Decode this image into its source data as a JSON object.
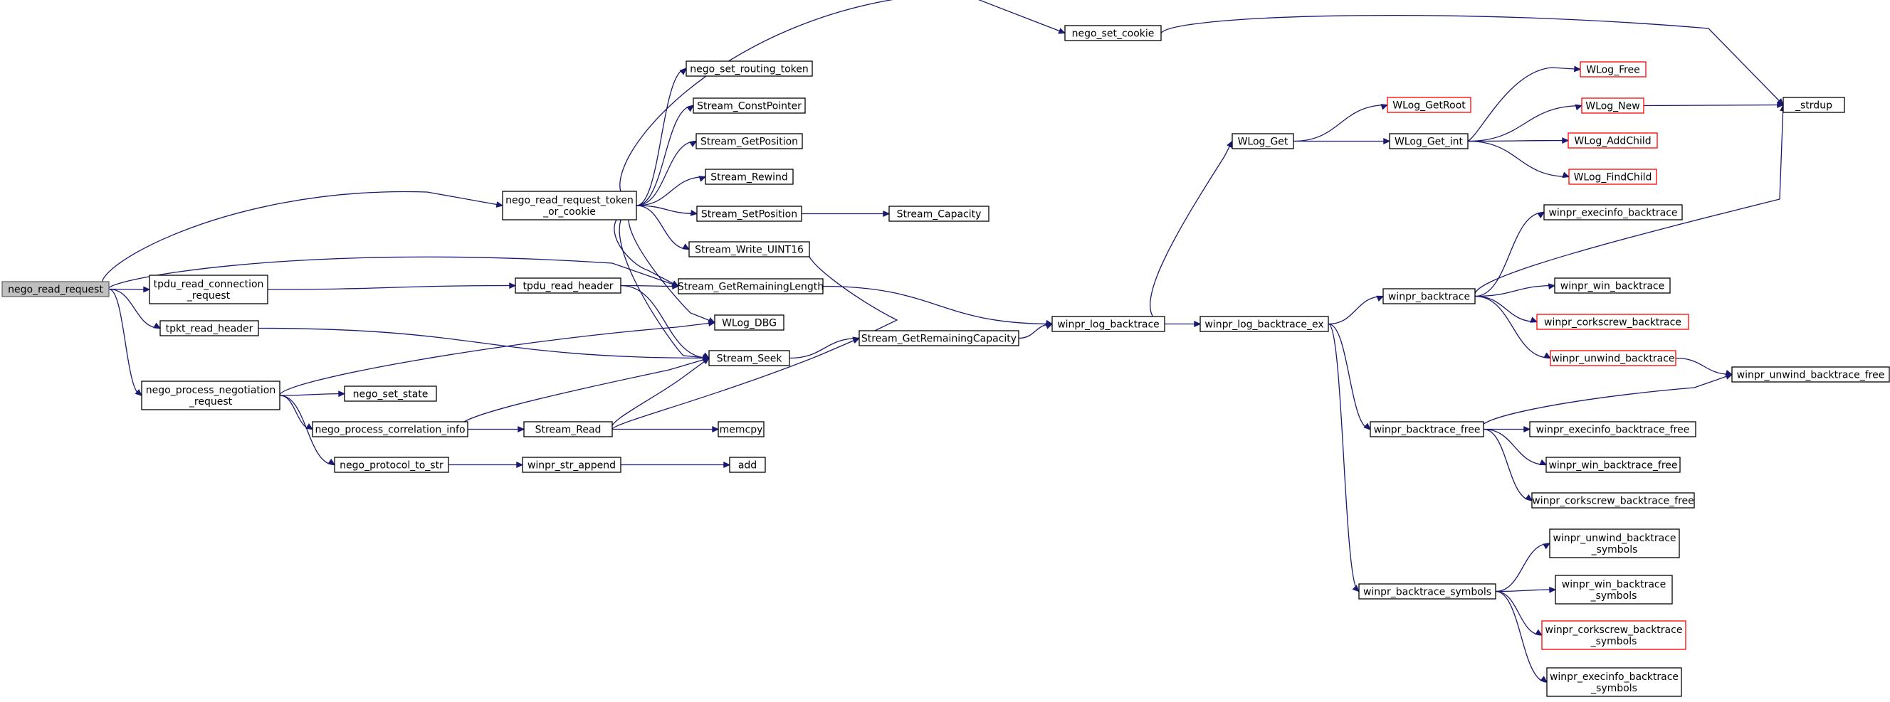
{
  "colors": {
    "edge": "#191970",
    "node_border": "#000000",
    "red_border": "#ff0000",
    "root_fill": "#bfbfbf",
    "root_border": "#666666",
    "background": "#ffffff"
  },
  "nodes": [
    {
      "id": "nego_read_request",
      "lines": [
        "nego_read_request"
      ],
      "style": "root"
    },
    {
      "id": "tpdu_read_connection_request",
      "lines": [
        "tpdu_read_connection",
        "_request"
      ],
      "style": "normal"
    },
    {
      "id": "tpkt_read_header",
      "lines": [
        "tpkt_read_header"
      ],
      "style": "normal"
    },
    {
      "id": "nego_process_negotiation_request",
      "lines": [
        "nego_process_negotiation",
        "_request"
      ],
      "style": "normal"
    },
    {
      "id": "nego_read_request_token_or_cookie",
      "lines": [
        "nego_read_request_token",
        "_or_cookie"
      ],
      "style": "normal"
    },
    {
      "id": "tpdu_read_header",
      "lines": [
        "tpdu_read_header"
      ],
      "style": "normal"
    },
    {
      "id": "nego_set_state",
      "lines": [
        "nego_set_state"
      ],
      "style": "normal"
    },
    {
      "id": "nego_process_correlation_info",
      "lines": [
        "nego_process_correlation_info"
      ],
      "style": "normal"
    },
    {
      "id": "nego_protocol_to_str",
      "lines": [
        "nego_protocol_to_str"
      ],
      "style": "normal"
    },
    {
      "id": "nego_set_cookie",
      "lines": [
        "nego_set_cookie"
      ],
      "style": "normal"
    },
    {
      "id": "nego_set_routing_token",
      "lines": [
        "nego_set_routing_token"
      ],
      "style": "normal"
    },
    {
      "id": "Stream_ConstPointer",
      "lines": [
        "Stream_ConstPointer"
      ],
      "style": "normal"
    },
    {
      "id": "Stream_GetPosition",
      "lines": [
        "Stream_GetPosition"
      ],
      "style": "normal"
    },
    {
      "id": "Stream_Rewind",
      "lines": [
        "Stream_Rewind"
      ],
      "style": "normal"
    },
    {
      "id": "Stream_SetPosition",
      "lines": [
        "Stream_SetPosition"
      ],
      "style": "normal"
    },
    {
      "id": "Stream_Write_UINT16",
      "lines": [
        "Stream_Write_UINT16"
      ],
      "style": "normal"
    },
    {
      "id": "Stream_GetRemainingLength",
      "lines": [
        "Stream_GetRemainingLength"
      ],
      "style": "normal"
    },
    {
      "id": "WLog_DBG",
      "lines": [
        "WLog_DBG"
      ],
      "style": "normal"
    },
    {
      "id": "Stream_Seek",
      "lines": [
        "Stream_Seek"
      ],
      "style": "normal"
    },
    {
      "id": "Stream_Read",
      "lines": [
        "Stream_Read"
      ],
      "style": "normal"
    },
    {
      "id": "winpr_str_append",
      "lines": [
        "winpr_str_append"
      ],
      "style": "normal"
    },
    {
      "id": "memcpy",
      "lines": [
        "memcpy"
      ],
      "style": "normal"
    },
    {
      "id": "add",
      "lines": [
        "add"
      ],
      "style": "normal"
    },
    {
      "id": "Stream_Capacity",
      "lines": [
        "Stream_Capacity"
      ],
      "style": "normal"
    },
    {
      "id": "Stream_GetRemainingCapacity",
      "lines": [
        "Stream_GetRemainingCapacity"
      ],
      "style": "normal"
    },
    {
      "id": "winpr_log_backtrace",
      "lines": [
        "winpr_log_backtrace"
      ],
      "style": "normal"
    },
    {
      "id": "WLog_Get",
      "lines": [
        "WLog_Get"
      ],
      "style": "normal"
    },
    {
      "id": "winpr_log_backtrace_ex",
      "lines": [
        "winpr_log_backtrace_ex"
      ],
      "style": "normal"
    },
    {
      "id": "WLog_GetRoot",
      "lines": [
        "WLog_GetRoot"
      ],
      "style": "red"
    },
    {
      "id": "WLog_Get_int",
      "lines": [
        "WLog_Get_int"
      ],
      "style": "normal"
    },
    {
      "id": "winpr_backtrace",
      "lines": [
        "winpr_backtrace"
      ],
      "style": "normal"
    },
    {
      "id": "winpr_backtrace_free",
      "lines": [
        "winpr_backtrace_free"
      ],
      "style": "normal"
    },
    {
      "id": "winpr_backtrace_symbols",
      "lines": [
        "winpr_backtrace_symbols"
      ],
      "style": "normal"
    },
    {
      "id": "WLog_Free",
      "lines": [
        "WLog_Free"
      ],
      "style": "red"
    },
    {
      "id": "WLog_New",
      "lines": [
        "WLog_New"
      ],
      "style": "red"
    },
    {
      "id": "WLog_AddChild",
      "lines": [
        "WLog_AddChild"
      ],
      "style": "red"
    },
    {
      "id": "WLog_FindChild",
      "lines": [
        "WLog_FindChild"
      ],
      "style": "red"
    },
    {
      "id": "winpr_execinfo_backtrace",
      "lines": [
        "winpr_execinfo_backtrace"
      ],
      "style": "normal"
    },
    {
      "id": "winpr_win_backtrace",
      "lines": [
        "winpr_win_backtrace"
      ],
      "style": "normal"
    },
    {
      "id": "winpr_corkscrew_backtrace",
      "lines": [
        "winpr_corkscrew_backtrace"
      ],
      "style": "red"
    },
    {
      "id": "winpr_unwind_backtrace",
      "lines": [
        "winpr_unwind_backtrace"
      ],
      "style": "red"
    },
    {
      "id": "winpr_execinfo_backtrace_free",
      "lines": [
        "winpr_execinfo_backtrace_free"
      ],
      "style": "normal"
    },
    {
      "id": "winpr_win_backtrace_free",
      "lines": [
        "winpr_win_backtrace_free"
      ],
      "style": "normal"
    },
    {
      "id": "winpr_corkscrew_backtrace_free",
      "lines": [
        "winpr_corkscrew_backtrace_free"
      ],
      "style": "normal"
    },
    {
      "id": "winpr_unwind_backtrace_symbols",
      "lines": [
        "winpr_unwind_backtrace",
        "_symbols"
      ],
      "style": "normal"
    },
    {
      "id": "winpr_win_backtrace_symbols",
      "lines": [
        "winpr_win_backtrace",
        "_symbols"
      ],
      "style": "normal"
    },
    {
      "id": "winpr_corkscrew_backtrace_symbols",
      "lines": [
        "winpr_corkscrew_backtrace",
        "_symbols"
      ],
      "style": "red"
    },
    {
      "id": "winpr_execinfo_backtrace_symbols",
      "lines": [
        "winpr_execinfo_backtrace",
        "_symbols"
      ],
      "style": "normal"
    },
    {
      "id": "strdup",
      "lines": [
        "_strdup"
      ],
      "style": "normal"
    },
    {
      "id": "winpr_unwind_backtrace_free",
      "lines": [
        "winpr_unwind_backtrace_free"
      ],
      "style": "normal"
    }
  ],
  "edges": [
    [
      "nego_read_request",
      "nego_read_request_token_or_cookie"
    ],
    [
      "nego_read_request",
      "Stream_GetRemainingLength"
    ],
    [
      "nego_read_request",
      "tpdu_read_connection_request"
    ],
    [
      "nego_read_request",
      "tpkt_read_header"
    ],
    [
      "nego_read_request",
      "nego_process_negotiation_request"
    ],
    [
      "tpdu_read_connection_request",
      "tpdu_read_header"
    ],
    [
      "tpkt_read_header",
      "Stream_Seek"
    ],
    [
      "nego_process_negotiation_request",
      "WLog_DBG"
    ],
    [
      "nego_process_negotiation_request",
      "nego_set_state"
    ],
    [
      "nego_process_negotiation_request",
      "nego_process_correlation_info"
    ],
    [
      "nego_process_negotiation_request",
      "nego_protocol_to_str"
    ],
    [
      "nego_read_request_token_or_cookie",
      "nego_set_cookie"
    ],
    [
      "nego_read_request_token_or_cookie",
      "nego_set_routing_token"
    ],
    [
      "nego_read_request_token_or_cookie",
      "Stream_ConstPointer"
    ],
    [
      "nego_read_request_token_or_cookie",
      "Stream_GetPosition"
    ],
    [
      "nego_read_request_token_or_cookie",
      "Stream_Rewind"
    ],
    [
      "nego_read_request_token_or_cookie",
      "Stream_SetPosition"
    ],
    [
      "nego_read_request_token_or_cookie",
      "Stream_Write_UINT16"
    ],
    [
      "nego_read_request_token_or_cookie",
      "Stream_GetRemainingLength"
    ],
    [
      "nego_read_request_token_or_cookie",
      "WLog_DBG"
    ],
    [
      "nego_read_request_token_or_cookie",
      "Stream_Seek"
    ],
    [
      "tpdu_read_header",
      "Stream_GetRemainingLength"
    ],
    [
      "tpdu_read_header",
      "Stream_Seek"
    ],
    [
      "nego_process_correlation_info",
      "Stream_Seek"
    ],
    [
      "nego_process_correlation_info",
      "Stream_Read"
    ],
    [
      "nego_protocol_to_str",
      "winpr_str_append"
    ],
    [
      "winpr_str_append",
      "add"
    ],
    [
      "Stream_Read",
      "Stream_Seek"
    ],
    [
      "Stream_Read",
      "memcpy"
    ],
    [
      "Stream_Read",
      "Stream_GetRemainingCapacity"
    ],
    [
      "nego_set_cookie",
      "strdup"
    ],
    [
      "Stream_SetPosition",
      "Stream_Capacity"
    ],
    [
      "Stream_Write_UINT16",
      "Stream_GetRemainingCapacity"
    ],
    [
      "Stream_Seek",
      "Stream_GetRemainingCapacity"
    ],
    [
      "Stream_GetRemainingLength",
      "winpr_log_backtrace"
    ],
    [
      "Stream_GetRemainingCapacity",
      "winpr_log_backtrace"
    ],
    [
      "winpr_log_backtrace",
      "WLog_Get"
    ],
    [
      "winpr_log_backtrace",
      "winpr_log_backtrace_ex"
    ],
    [
      "WLog_Get",
      "WLog_GetRoot"
    ],
    [
      "WLog_Get",
      "WLog_Get_int"
    ],
    [
      "WLog_Get_int",
      "WLog_Free"
    ],
    [
      "WLog_Get_int",
      "WLog_New"
    ],
    [
      "WLog_Get_int",
      "WLog_AddChild"
    ],
    [
      "WLog_Get_int",
      "WLog_FindChild"
    ],
    [
      "WLog_New",
      "strdup"
    ],
    [
      "winpr_log_backtrace_ex",
      "winpr_backtrace"
    ],
    [
      "winpr_log_backtrace_ex",
      "winpr_backtrace_free"
    ],
    [
      "winpr_log_backtrace_ex",
      "winpr_backtrace_symbols"
    ],
    [
      "winpr_backtrace",
      "winpr_execinfo_backtrace"
    ],
    [
      "winpr_backtrace",
      "strdup"
    ],
    [
      "winpr_backtrace",
      "winpr_win_backtrace"
    ],
    [
      "winpr_backtrace",
      "winpr_corkscrew_backtrace"
    ],
    [
      "winpr_backtrace",
      "winpr_unwind_backtrace"
    ],
    [
      "winpr_unwind_backtrace",
      "winpr_unwind_backtrace_free"
    ],
    [
      "winpr_backtrace_free",
      "winpr_unwind_backtrace_free"
    ],
    [
      "winpr_backtrace_free",
      "winpr_execinfo_backtrace_free"
    ],
    [
      "winpr_backtrace_free",
      "winpr_win_backtrace_free"
    ],
    [
      "winpr_backtrace_free",
      "winpr_corkscrew_backtrace_free"
    ],
    [
      "winpr_backtrace_symbols",
      "winpr_unwind_backtrace_symbols"
    ],
    [
      "winpr_backtrace_symbols",
      "winpr_win_backtrace_symbols"
    ],
    [
      "winpr_backtrace_symbols",
      "winpr_corkscrew_backtrace_symbols"
    ],
    [
      "winpr_backtrace_symbols",
      "winpr_execinfo_backtrace_symbols"
    ]
  ]
}
